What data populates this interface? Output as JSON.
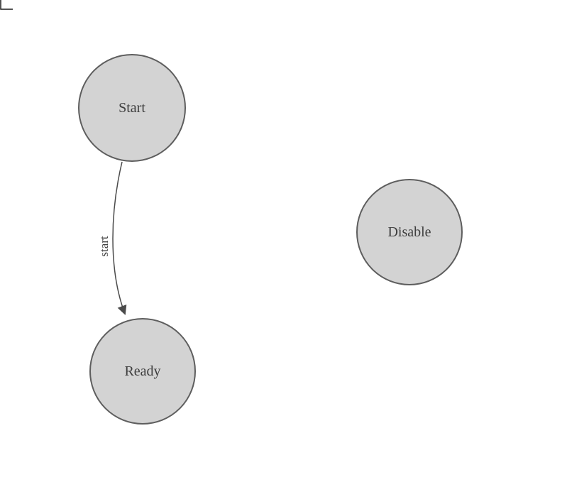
{
  "diagram": {
    "type": "state-machine-graph",
    "nodes": [
      {
        "id": "start",
        "label": "Start"
      },
      {
        "id": "ready",
        "label": "Ready"
      },
      {
        "id": "disable",
        "label": "Disable"
      }
    ],
    "edges": [
      {
        "from": "start",
        "to": "ready",
        "label": "start"
      }
    ],
    "colors": {
      "node_fill": "#d3d3d3",
      "node_stroke": "#5e5e5e",
      "label_text": "#3e3e3e",
      "edge_stroke": "#4b4b4b"
    }
  }
}
